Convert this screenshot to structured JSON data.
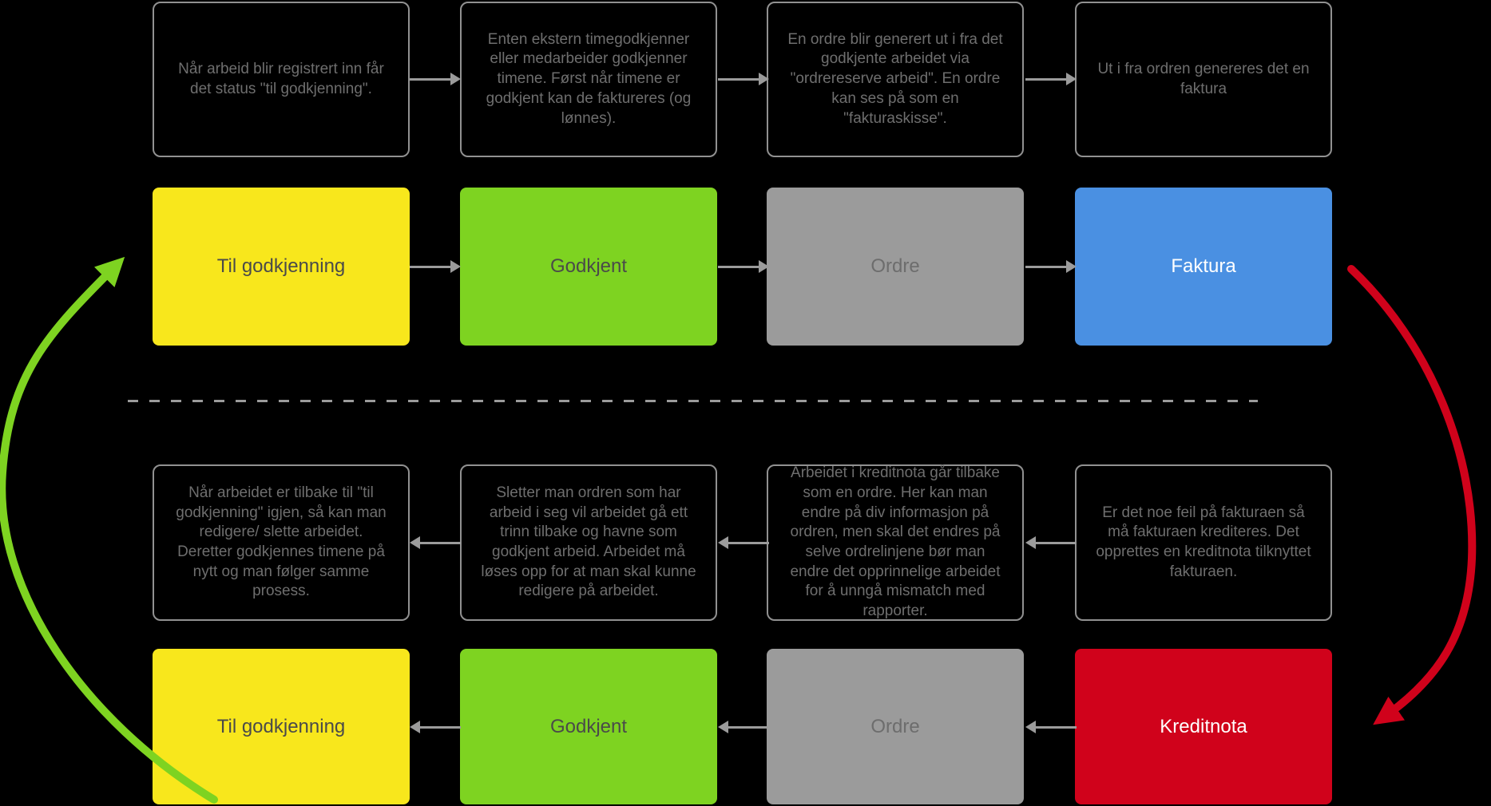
{
  "canvas": {
    "background": "#000000"
  },
  "colors": {
    "arrow": "#9B9B9B",
    "annotation_border": "#919191",
    "annotation_text": "#6E6E6E",
    "divider": "#9B9B9B",
    "cycle_back_arrow": "#7ED321",
    "credit_arrow": "#D0021B"
  },
  "flow_top": {
    "direction": "right",
    "annotations": [
      "Når arbeid blir registrert inn får det status \"til godkjenning\".",
      "Enten ekstern timegodkjenner eller medarbeider godkjenner timene. Først når timene er godkjent kan de faktureres (og lønnes).",
      "En ordre blir generert ut i fra det godkjente arbeidet via \"ordrereserve arbeid\". En ordre kan ses på som en \"fakturaskisse\".",
      "Ut i fra ordren genereres det en faktura"
    ],
    "stages": [
      {
        "label": "Til godkjenning",
        "color": "#F8E71C",
        "text_color": "#4A4A4A"
      },
      {
        "label": "Godkjent",
        "color": "#7ED321",
        "text_color": "#4A4A4A"
      },
      {
        "label": "Ordre",
        "color": "#9B9B9B",
        "text_color": "#6D6D6D"
      },
      {
        "label": "Faktura",
        "color": "#4A90E2",
        "text_color": "#FFFFFF"
      }
    ]
  },
  "flow_bottom": {
    "direction": "left",
    "annotations": [
      "Når arbeidet er tilbake til \"til godkjenning\" igjen, så kan man redigere/ slette arbeidet. Deretter godkjennes timene på nytt og man følger samme prosess.",
      "Sletter man ordren som har arbeid i seg vil arbeidet gå ett trinn tilbake og havne som godkjent arbeid. Arbeidet må løses opp for at man skal kunne redigere på arbeidet.",
      "Arbeidet i kreditnota går tilbake som en ordre. Her kan man endre på div informasjon på ordren, men skal det endres på selve ordrelinjene bør man endre det opprinnelige arbeidet for å unngå mismatch med rapporter.",
      "Er det noe feil på fakturaen så må fakturaen krediteres. Det opprettes en kreditnota tilknyttet fakturaen."
    ],
    "stages": [
      {
        "label": "Til godkjenning",
        "color": "#F8E71C",
        "text_color": "#4A4A4A"
      },
      {
        "label": "Godkjent",
        "color": "#7ED321",
        "text_color": "#4A4A4A"
      },
      {
        "label": "Ordre",
        "color": "#9B9B9B",
        "text_color": "#6D6D6D"
      },
      {
        "label": "Kreditnota",
        "color": "#D0021B",
        "text_color": "#FFFFFF"
      }
    ]
  },
  "cycle_arrows": {
    "back_to_start": {
      "color": "#7ED321",
      "from": "Til godkjenning",
      "to": "Til godkjenning"
    },
    "to_credit": {
      "color": "#D0021B",
      "from": "Faktura",
      "to": "Kreditnota"
    }
  }
}
